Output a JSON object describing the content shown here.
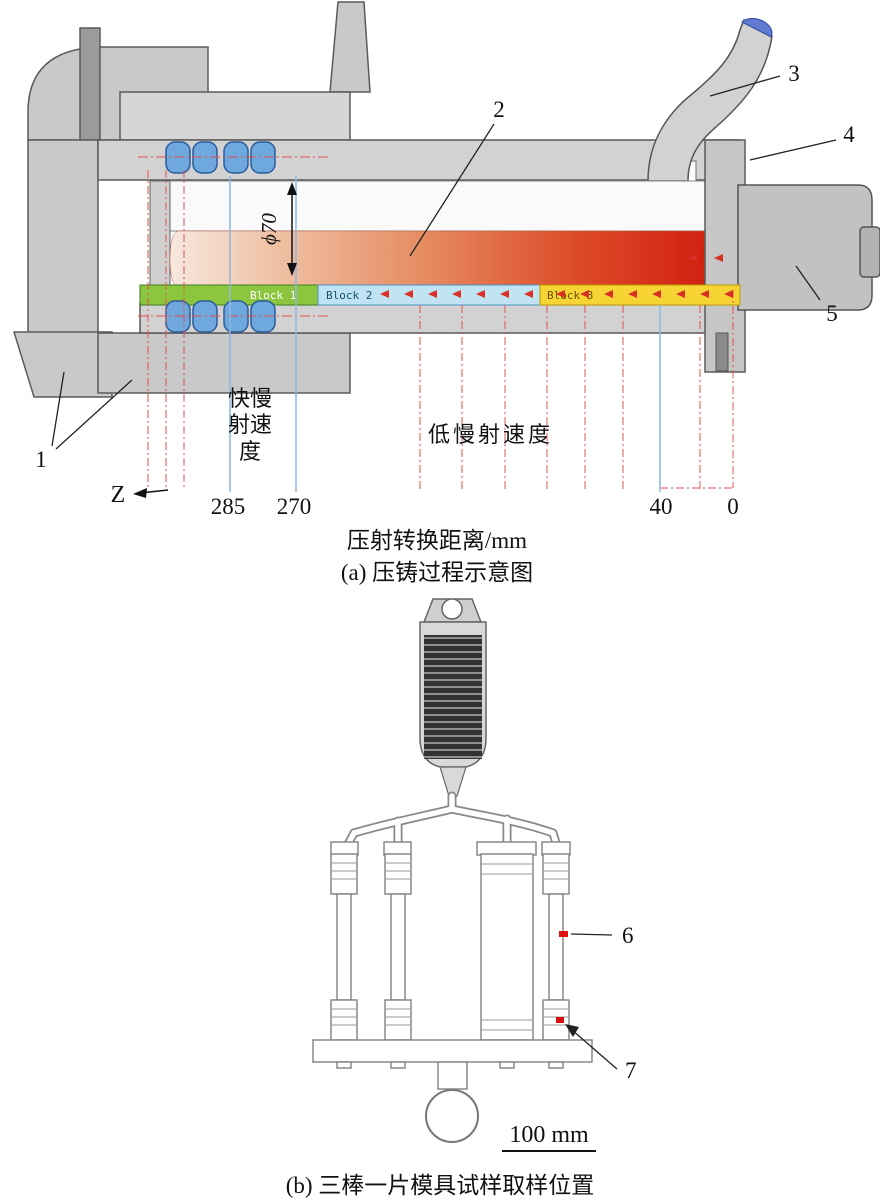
{
  "panel_a": {
    "caption": "(a) 压铸过程示意图",
    "axis_title": "压射转换距离/mm",
    "diameter_label": "ϕ70",
    "label_fast_slow": "快慢\n射速\n度",
    "label_low_slow": "低慢射速度",
    "z_axis": "Z",
    "tick_285": "285",
    "tick_270": "270",
    "tick_40": "40",
    "tick_0": "0",
    "block1": "Block 1",
    "block2": "Block 2",
    "block3": "Block 3",
    "callout_1": "1",
    "callout_2": "2",
    "callout_3": "3",
    "callout_4": "4",
    "callout_5": "5",
    "colors": {
      "block1_fill": "#8cc63f",
      "block2_fill": "#bfe3f2",
      "block3_fill": "#f5d433",
      "melt_hot": "#cd160b",
      "guide_red": "#e05050",
      "guide_blue": "#8ab9e2"
    }
  },
  "panel_b": {
    "caption": "(b) 三棒一片模具试样取样位置",
    "scale_label": "100 mm",
    "callout_6": "6",
    "callout_7": "7",
    "sample_mark_color": "#e01010"
  }
}
